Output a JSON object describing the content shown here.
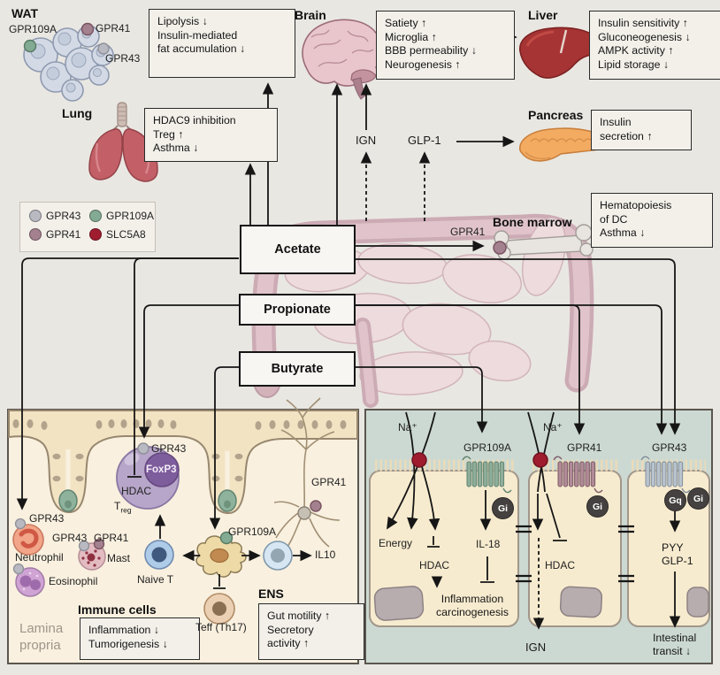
{
  "organs": {
    "wat": {
      "title": "WAT",
      "r109": "GPR109A",
      "r41": "GPR41",
      "r43": "GPR43",
      "box": [
        "Lipolysis ↓",
        "Insulin-mediated",
        "fat accumulation ↓"
      ]
    },
    "brain": {
      "title": "Brain",
      "box": [
        "Satiety ↑",
        "Microglia ↑",
        "BBB permeability ↓",
        "Neurogenesis ↑"
      ]
    },
    "liver": {
      "title": "Liver",
      "box": [
        "Insulin sensitivity ↑",
        "Gluconeogenesis ↓",
        "AMPK activity ↑",
        "Lipid storage ↓"
      ]
    },
    "lung": {
      "title": "Lung",
      "box": [
        "HDAC9 inhibition",
        "Treg ↑",
        "Asthma ↓"
      ]
    },
    "pancreas": {
      "title": "Pancreas",
      "box": [
        "Insulin",
        "secretion ↑"
      ]
    },
    "bone_marrow": {
      "title": "Bone marrow",
      "receptor": "GPR41",
      "box": [
        "Hematopoiesis",
        "of DC",
        "Asthma ↓"
      ]
    }
  },
  "legend": {
    "items": [
      {
        "label": "GPR43",
        "color": "#b9bac1"
      },
      {
        "label": "GPR41",
        "color": "#a4818e"
      },
      {
        "label": "GPR109A",
        "color": "#83aa92"
      },
      {
        "label": "SLC5A8",
        "color": "#a01d30"
      }
    ]
  },
  "scfas": {
    "acetate": "Acetate",
    "propionate": "Propionate",
    "butyrate": "Butyrate"
  },
  "mediators": {
    "ign": "IGN",
    "glp1": "GLP-1"
  },
  "lamina": {
    "region1": "Lamina",
    "region2": "propria",
    "treg": {
      "receptor": "GPR43",
      "tf": "FoxP3",
      "hdac": "HDAC",
      "label_main": "T",
      "label_sub": "reg"
    },
    "neuron_receptor": "GPR41",
    "neutrophil": {
      "receptor": "GPR43",
      "label": "Neutrophil"
    },
    "mast": {
      "r43": "GPR43",
      "r41": "GPR41",
      "label": "Mast"
    },
    "eosinophil_label": "Eosinophil",
    "naive_t_label": "Naive T",
    "dc_receptor": "GPR109A",
    "il10": "IL10",
    "teff_label": "Teff (Th17)",
    "immune": {
      "title": "Immune cells",
      "box": [
        "Inflammation ↓",
        "Tumorigenesis ↓"
      ]
    },
    "ens": {
      "title": "ENS",
      "box": [
        "Gut motility ↑",
        "Secretory",
        "activity ↑"
      ]
    }
  },
  "epithelium": {
    "na1": "Na⁺",
    "na2": "Na⁺",
    "r109": "GPR109A",
    "r41": "GPR41",
    "r43": "GPR43",
    "gi1": "Gi",
    "gi2": "Gi",
    "gq": "Gq",
    "gi3": "Gi",
    "energy": "Energy",
    "hdac1": "HDAC",
    "il18": "IL-18",
    "inflammation1": "Inflammation",
    "inflammation2": "carcinogenesis",
    "hdac2": "HDAC",
    "ign": "IGN",
    "pyy": "PYY",
    "glp1": "GLP-1",
    "transit1": "Intestinal",
    "transit2": "transit ↓"
  },
  "colors": {
    "gpr43": "#b9bac1",
    "gpr41": "#a4818e",
    "gpr109a": "#83aa92",
    "slc5a8": "#a01d30",
    "background": "#e9e7e2",
    "panel_left_bg": "#f9f0df",
    "panel_right_bg": "#ccd9d2",
    "box_bg": "#f3f0ea",
    "liver": "#a63434",
    "lung": "#c35f66",
    "pancreas": "#f3ab62",
    "brain": "#e8c6cc"
  }
}
